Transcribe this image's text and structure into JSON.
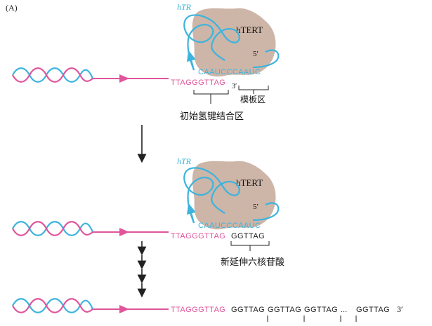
{
  "panel_label": "(A)",
  "colors": {
    "blue": "#3cb4dd",
    "pink": "#e0559c",
    "protein": "#cdb5a8",
    "black": "#222222"
  },
  "panel1": {
    "rna_name": "hTR",
    "protein_name": "hTERT",
    "five_prime": "5′",
    "three_prime": "3′",
    "template_seq": "CAAUCCCAAUC",
    "dna_seq": "TTAGGGTTAG",
    "label_template_region": "模板区",
    "label_binding_region": "初始氢键结合区"
  },
  "panel2": {
    "rna_name": "hTR",
    "protein_name": "hTERT",
    "five_prime": "5′",
    "template_seq": "CAAUCCCAAUC",
    "dna_seq": "TTAGGGTTAG",
    "new_seq": "GGTTAG",
    "label_new_hexamer": "新延伸六核苷酸"
  },
  "panel3": {
    "dna_seq": "TTAGGGTTAG",
    "repeat_1": "GGTTAG",
    "repeat_2": "GGTTAG",
    "repeat_3": "GGTTAG",
    "ellipsis": "...",
    "repeat_last": "GGTTAG",
    "three_prime": "3′"
  }
}
